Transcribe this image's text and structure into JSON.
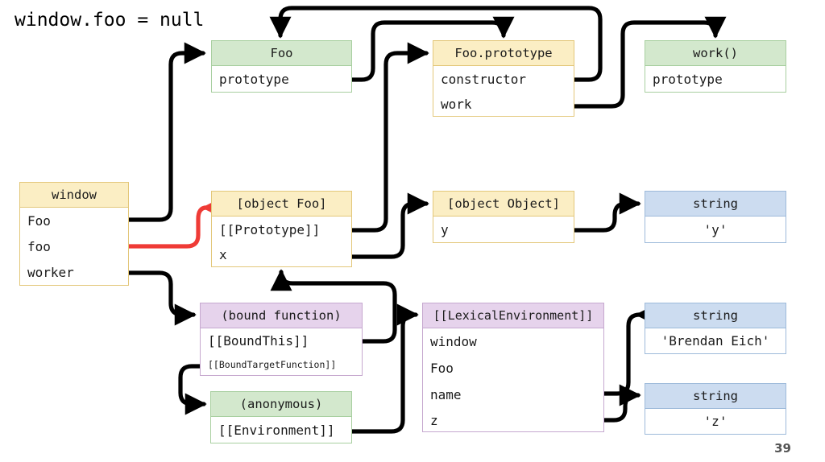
{
  "slide": {
    "title": "window.foo = null",
    "page_number": "39"
  },
  "colors": {
    "yellow_header": "#fbeec4",
    "yellow_border": "#e3c77a",
    "green_header": "#d3e8cd",
    "green_border": "#a8cfa0",
    "blue_header": "#ccdcf0",
    "blue_border": "#9dbada",
    "purple_header": "#e6d3ec",
    "purple_border": "#c6a8cf",
    "edge_default": "#000000",
    "edge_highlight": "#ef3b36"
  },
  "nodes": {
    "window": {
      "title": "window",
      "rows": [
        "Foo",
        "foo",
        "worker"
      ]
    },
    "foo_ctor": {
      "title": "Foo",
      "rows": [
        "prototype"
      ]
    },
    "foo_proto": {
      "title": "Foo.prototype",
      "rows": [
        "constructor",
        "work"
      ]
    },
    "work_fn": {
      "title": "work()",
      "rows": [
        "prototype"
      ]
    },
    "object_foo": {
      "title": "[object Foo]",
      "rows": [
        "[[Prototype]]",
        "x"
      ]
    },
    "object_obj": {
      "title": "[object Object]",
      "rows": [
        "y"
      ]
    },
    "string_y": {
      "title": "string",
      "rows": [
        "'y'"
      ]
    },
    "bound_fn": {
      "title": "(bound function)",
      "rows": [
        "[[BoundThis]]",
        "[[BoundTargetFunction]]"
      ]
    },
    "anonymous": {
      "title": "(anonymous)",
      "rows": [
        "[[Environment]]"
      ]
    },
    "lexical_env": {
      "title": "[[LexicalEnvironment]]",
      "rows": [
        "window",
        "Foo",
        "name",
        "z"
      ]
    },
    "string_name": {
      "title": "string",
      "rows": [
        "'Brendan Eich'"
      ]
    },
    "string_z": {
      "title": "string",
      "rows": [
        "'z'"
      ]
    }
  },
  "edges": [
    {
      "name": "window-Foo-to-Foo",
      "from": "window.Foo",
      "to": "foo_ctor.header",
      "color": "#000000"
    },
    {
      "name": "window-foo-to-object-Foo",
      "from": "window.foo",
      "to": "object_foo.header",
      "color": "#ef3b36"
    },
    {
      "name": "window-worker-to-bound-function",
      "from": "window.worker",
      "to": "bound_fn.header",
      "color": "#000000"
    },
    {
      "name": "Foo-prototype-to-Foo-prototype-obj",
      "from": "foo_ctor.prototype",
      "to": "foo_proto.header",
      "color": "#000000"
    },
    {
      "name": "Foo-prototype-constructor-to-Foo",
      "from": "foo_proto.constructor",
      "to": "foo_ctor.header",
      "color": "#000000"
    },
    {
      "name": "Foo-prototype-work-to-work-fn",
      "from": "foo_proto.work",
      "to": "work_fn.header",
      "color": "#000000"
    },
    {
      "name": "object-Foo-prototype-to-Foo-prototype",
      "from": "object_foo.[[Prototype]]",
      "to": "foo_proto.header",
      "color": "#000000"
    },
    {
      "name": "object-Foo-x-to-object-Object",
      "from": "object_foo.x",
      "to": "object_obj.header",
      "color": "#000000"
    },
    {
      "name": "object-Object-y-to-string-y",
      "from": "object_obj.y",
      "to": "string_y.header",
      "color": "#000000"
    },
    {
      "name": "bound-this-to-object-Foo",
      "from": "bound_fn.[[BoundThis]]",
      "to": "object_foo.bottom",
      "color": "#000000"
    },
    {
      "name": "bound-target-to-anonymous",
      "from": "bound_fn.[[BoundTargetFunction]]",
      "to": "anonymous.header",
      "color": "#000000"
    },
    {
      "name": "anonymous-env-to-lexical-env",
      "from": "anonymous.[[Environment]]",
      "to": "lexical_env.header",
      "color": "#000000"
    },
    {
      "name": "lexical-env-name-to-string-name",
      "from": "lexical_env.name",
      "to": "string_name.header",
      "color": "#000000"
    },
    {
      "name": "lexical-env-z-to-string-z",
      "from": "lexical_env.z",
      "to": "string_z.header",
      "color": "#000000"
    }
  ]
}
